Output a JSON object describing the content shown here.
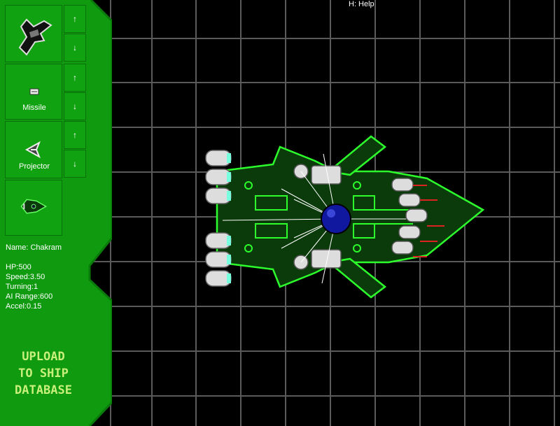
{
  "help": "H: Help",
  "slots": [
    {
      "label": "",
      "icon": "ship-part-icon"
    },
    {
      "label": "Missile",
      "icon": "missile-icon"
    },
    {
      "label": "Projector",
      "icon": "projector-icon"
    },
    {
      "label": "",
      "icon": "ship-thumbnail-icon"
    }
  ],
  "arrows": [
    "↑",
    "↓",
    "↑",
    "↓",
    "↑",
    "↓"
  ],
  "ship": {
    "name": "Name: Chakram",
    "hp": "HP:500",
    "speed": "Speed:3.50",
    "turning": "Turning:1",
    "ai_range": "AI Range:600",
    "accel": "Accel:0.15"
  },
  "upload": {
    "line1": "UPLOAD",
    "line2": "TO SHIP",
    "line3": "DATABASE"
  },
  "colors": {
    "panel": "#0f9a0f",
    "panel_dark": "#0a6e0a",
    "grid": "#555555",
    "accent": "#c8f07a"
  }
}
